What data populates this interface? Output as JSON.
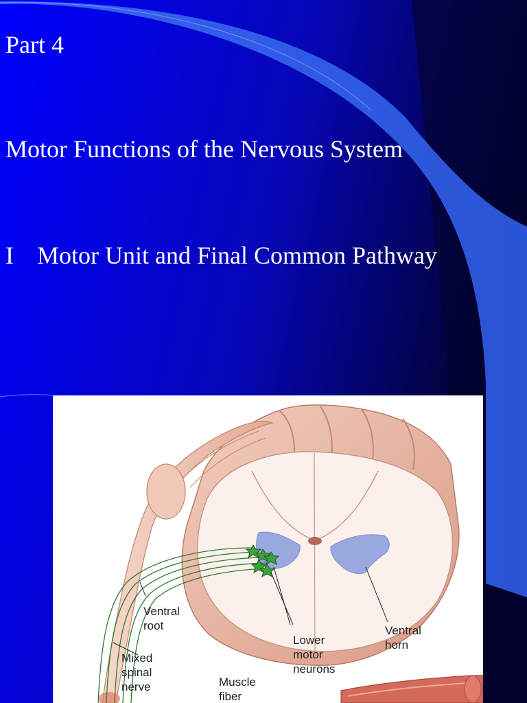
{
  "slide": {
    "part": "Part 4",
    "title": "Motor Functions of the Nervous System",
    "heading_number": "I",
    "heading_text": "Motor Unit and Final Common Pathway"
  },
  "figure": {
    "labels": {
      "ventral_root": "Ventral\nroot",
      "mixed_spinal_nerve": "Mixed\nspinal\nnerve",
      "muscle_fiber": "Muscle\nfiber",
      "lower_motor_neurons": "Lower\nmotor\nneurons",
      "ventral_horn": "Ventral\nhorn"
    }
  },
  "colors": {
    "background": "#0a0a8c",
    "accent_band": "#3b6cf0",
    "text": "#ffffff",
    "spinal_cord_tissue": "#e8b8a6",
    "gray_matter_horn": "#9aa8e0",
    "neurons": "#3fa040"
  }
}
